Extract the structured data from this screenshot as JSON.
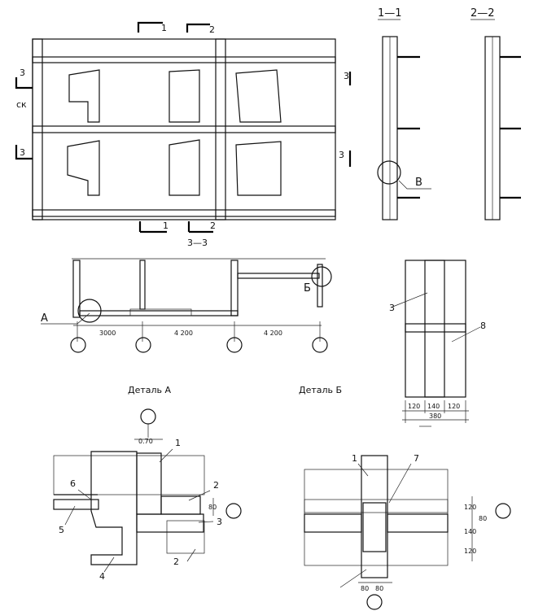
{
  "sections": {
    "s11": "1—1",
    "s22": "2—2",
    "s33": "3—3"
  },
  "markers": {
    "m1": "1",
    "m2": "2",
    "m3": "3",
    "ck": "ск",
    "B_upper": "В",
    "A": "А",
    "B": "Б"
  },
  "plan_dims": [
    "3000",
    "4 200",
    "4 200"
  ],
  "details": {
    "a": "Деталь А",
    "b": "Деталь Б"
  },
  "wall_section_dims": [
    "120",
    "140",
    "120",
    "380"
  ],
  "wall_section_labels": [
    "3",
    "8"
  ],
  "detailA": {
    "top_dim": "0.70",
    "labels": [
      "1",
      "2",
      "3",
      "4",
      "5",
      "6",
      "2"
    ],
    "side_dim": "80"
  },
  "detailB": {
    "labels": [
      "1",
      "7"
    ],
    "right_dims": [
      "120",
      "80",
      "140",
      "120"
    ],
    "bottom_dims": [
      "80",
      "80"
    ]
  }
}
